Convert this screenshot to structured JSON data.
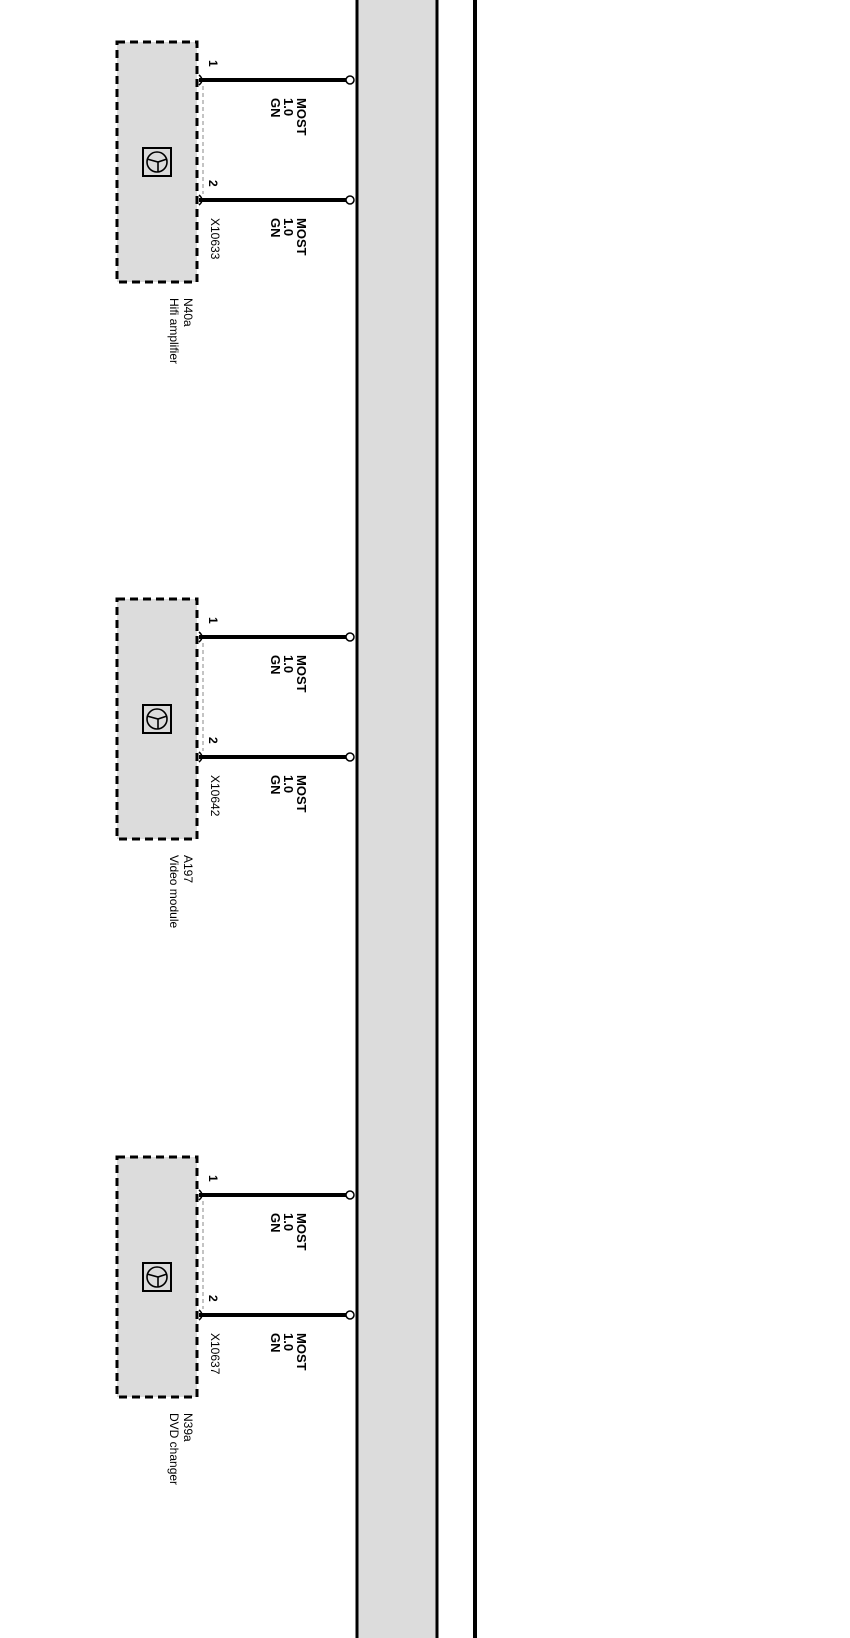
{
  "modules": [
    {
      "id": "N40a",
      "name": "Hifi amplifier",
      "connector": "X10633",
      "pins": [
        {
          "pin": "1",
          "signal": "MOST",
          "size": "1.0",
          "color": "GN"
        },
        {
          "pin": "2",
          "signal": "MOST",
          "size": "1.0",
          "color": "GN"
        }
      ]
    },
    {
      "id": "A197",
      "name": "Video module",
      "connector": "X10642",
      "pins": [
        {
          "pin": "1",
          "signal": "MOST",
          "size": "1.0",
          "color": "GN"
        },
        {
          "pin": "2",
          "signal": "MOST",
          "size": "1.0",
          "color": "GN"
        }
      ]
    },
    {
      "id": "N39a",
      "name": "DVD changer",
      "connector": "X10637",
      "pins": [
        {
          "pin": "1",
          "signal": "MOST",
          "size": "1.0",
          "color": "GN"
        },
        {
          "pin": "2",
          "signal": "MOST",
          "size": "1.0",
          "color": "GN"
        }
      ]
    }
  ],
  "colors": {
    "bus_fill": "#dcdcdc",
    "module_fill": "#dcdcdc",
    "line": "#000000"
  },
  "icon": "most-network-icon"
}
